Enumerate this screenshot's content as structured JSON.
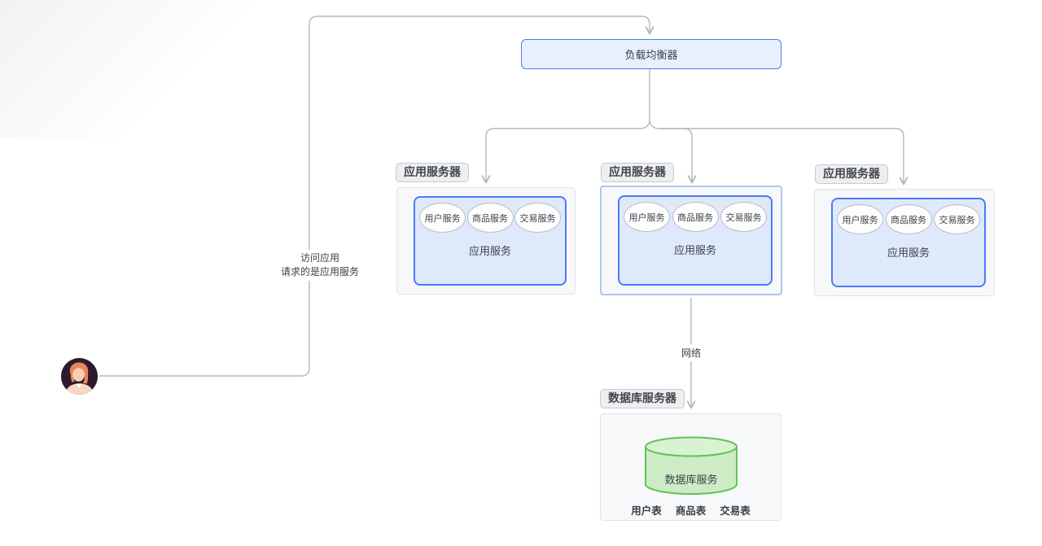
{
  "nodes": {
    "load_balancer": {
      "label": "负载均衡器"
    },
    "app_servers": [
      {
        "badge": "应用服务器",
        "label": "应用服务",
        "services": [
          "用户服务",
          "商品服务",
          "交易服务"
        ],
        "selected": false
      },
      {
        "badge": "应用服务器",
        "label": "应用服务",
        "services": [
          "用户服务",
          "商品服务",
          "交易服务"
        ],
        "selected": true
      },
      {
        "badge": "应用服务器",
        "label": "应用服务",
        "services": [
          "用户服务",
          "商品服务",
          "交易服务"
        ],
        "selected": false
      }
    ],
    "database_server": {
      "badge": "数据库服务器",
      "label": "数据库服务",
      "tables": [
        "用户表",
        "商品表",
        "交易表"
      ]
    },
    "user": {
      "description": "user-avatar"
    }
  },
  "edges": {
    "user_to_lb_label_line1": "访问应用",
    "user_to_lb_label_line2": "请求的是应用服务",
    "app_to_db_label": "网络"
  },
  "colors": {
    "line": "#b4b8be",
    "node_border_blue": "#4b7bf5",
    "load_balancer_fill": "#e9effd",
    "inner_fill_blue": "#dfe9fc",
    "box_fill_gray": "#f7f8f9",
    "box_border_gray": "#e1e3e7",
    "badge_fill": "#eceef0",
    "selected_outline": "#aec6f3",
    "ellipse_fill": "#fdfdfe",
    "cylinder_fill": "#cdecc5",
    "cylinder_top_fill": "#d9f2d2",
    "cylinder_border": "#62c356",
    "text": "#3c4147"
  }
}
